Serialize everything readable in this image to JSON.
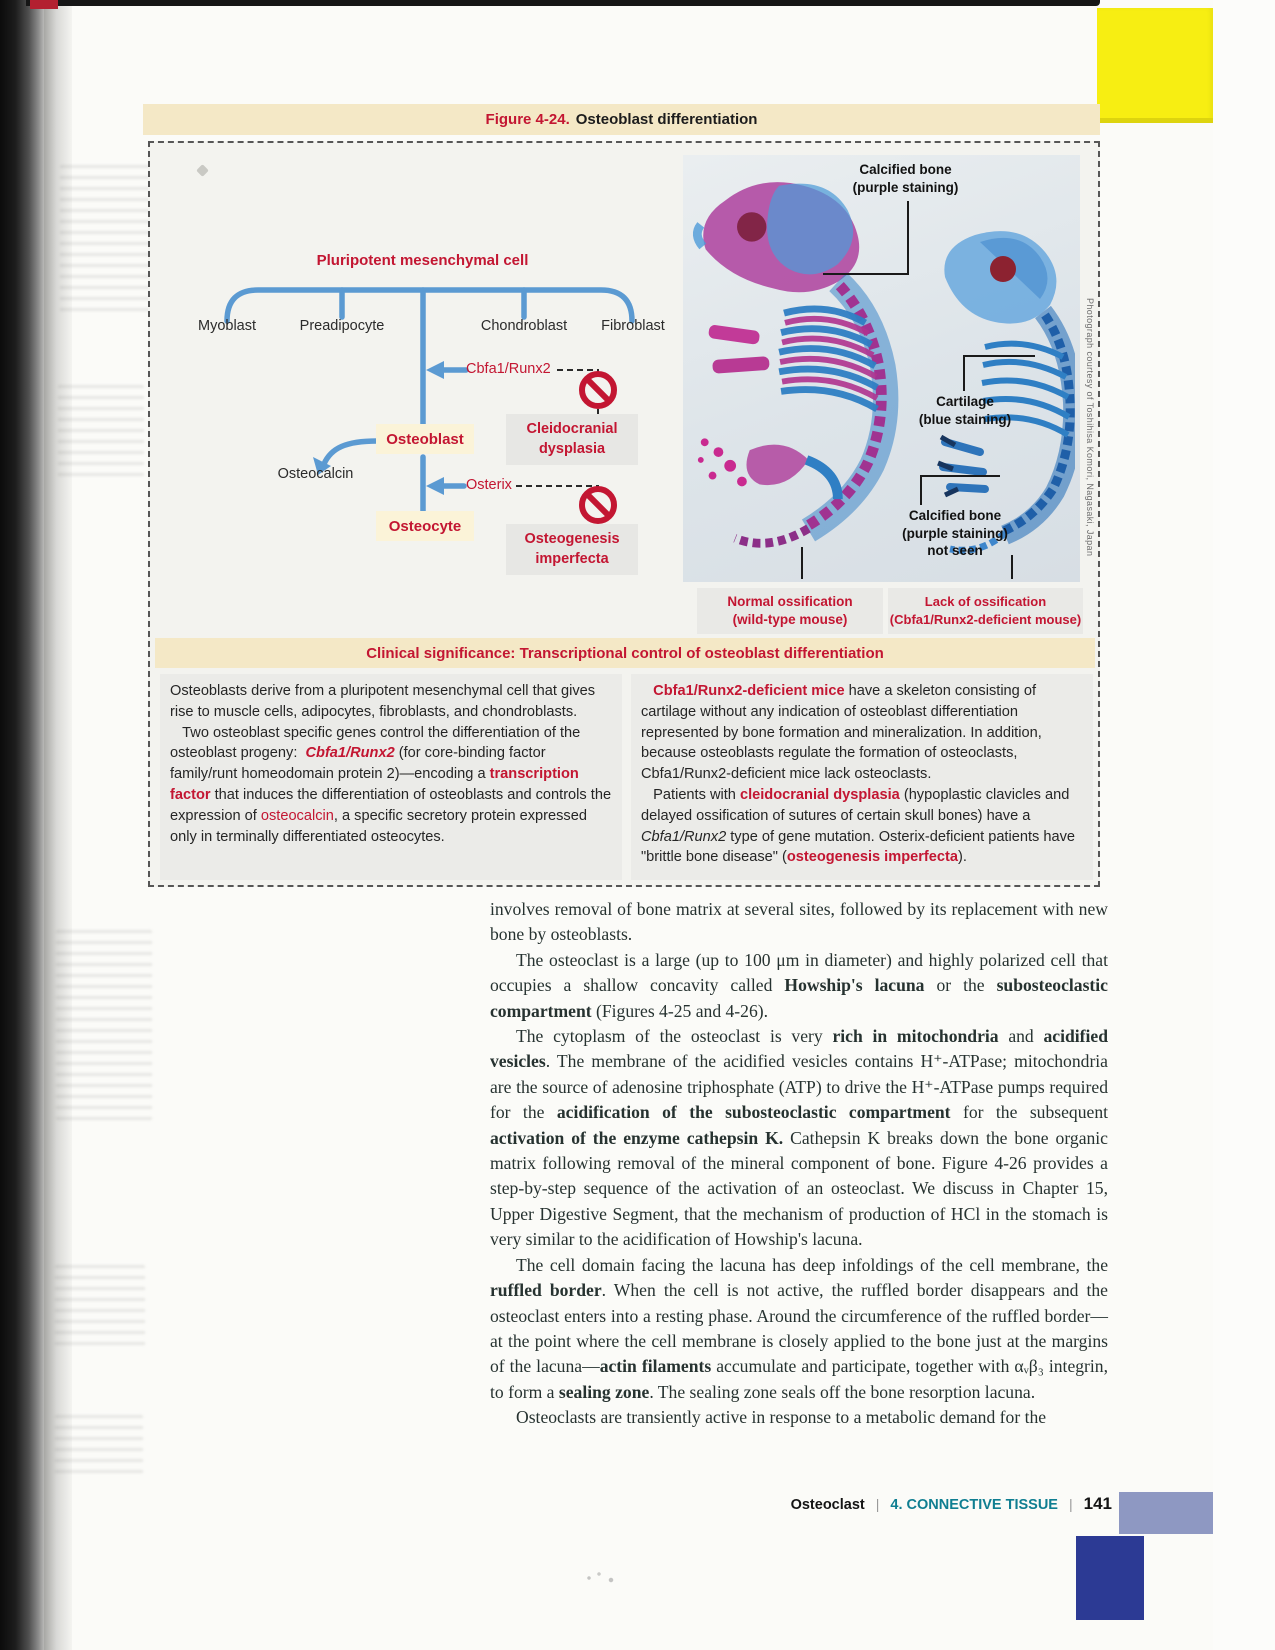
{
  "figure": {
    "label": "Figure 4-24.",
    "title": "Osteoblast differentiation"
  },
  "diagram": {
    "root": "Pluripotent mesenchymal cell",
    "branches": [
      "Myoblast",
      "Preadipocyte",
      "Chondroblast",
      "Fibroblast"
    ],
    "factor1": "Cbfa1/Runx2",
    "factor2": "Osterix",
    "osteoblast": "Osteoblast",
    "osteocyte": "Osteocyte",
    "osteocalcin": "Osteocalcin",
    "disease1": "Cleidocranial\ndysplasia",
    "disease2": "Osteogenesis\nimperfecta",
    "blocked_icon": "prohibition-sign"
  },
  "photo": {
    "label_calcified": "Calcified bone\n(purple staining)",
    "label_cartilage": "Cartilage\n(blue staining)",
    "label_not_seen": "Calcified bone\n(purple staining)\nnot seen",
    "caption_left": "Normal ossification\n(wild-type mouse)",
    "caption_right": "Lack of ossification\n(Cbfa1/Runx2-deficient mouse)",
    "credit": "Photograph courtesy of Toshihisa Komori, Nagasaki, Japan"
  },
  "clinical": {
    "header": "Clinical significance: Transcriptional control of osteoblast differentiation",
    "left": [
      {
        "t": "Osteoblasts derive from a pluripotent mesenchymal cell that gives rise to muscle cells, adipocytes, fibroblasts, and chondroblasts.\n   Two osteoblast specific genes control the differentiation of the osteoblast progeny:  "
      },
      {
        "t": "Cbfa1/Runx2",
        "s": "rbi"
      },
      {
        "t": " (for core-binding factor family/runt homeodomain protein 2)—encoding a "
      },
      {
        "t": "transcription factor",
        "s": "rb"
      },
      {
        "t": " that induces the differentiation of osteoblasts and controls the expression of "
      },
      {
        "t": "osteocalcin",
        "s": "r"
      },
      {
        "t": ", a specific secretory protein expressed only in terminally differentiated osteocytes."
      }
    ],
    "right": [
      {
        "t": "   "
      },
      {
        "t": "Cbfa1/Runx2-deficient mice",
        "s": "rb"
      },
      {
        "t": " have a skeleton consisting of cartilage without any indication of osteoblast differentiation represented by bone formation and mineralization. In addition, because osteoblasts regulate the formation of osteoclasts, Cbfa1/Runx2-deficient mice lack osteoclasts.\n   Patients with "
      },
      {
        "t": "cleidocranial dysplasia",
        "s": "rb"
      },
      {
        "t": " (hypoplastic clavicles and delayed ossification of sutures of certain skull bones) have a "
      },
      {
        "t": "Cbfa1/Runx2",
        "s": "i"
      },
      {
        "t": " type of gene mutation. Osterix-deficient patients have \"brittle bone disease\" ("
      },
      {
        "t": "osteogenesis imperfecta",
        "s": "rb"
      },
      {
        "t": ")."
      }
    ]
  },
  "body": {
    "paragraphs": [
      {
        "segments": [
          {
            "t": "involves removal of bone matrix at several sites, followed by its replacement with new bone by osteoblasts."
          }
        ]
      },
      {
        "segments": [
          {
            "t": "The osteoclast is a large (up to 100 μm in diameter) and highly polarized cell that occupies a shallow concavity called "
          },
          {
            "t": "Howship's lacuna",
            "s": "b"
          },
          {
            "t": " or the "
          },
          {
            "t": "subosteoclastic compartment",
            "s": "b"
          },
          {
            "t": " (Figures 4-25 and 4-26)."
          }
        ]
      },
      {
        "segments": [
          {
            "t": "The cytoplasm of the osteoclast is very "
          },
          {
            "t": "rich in mitochondria",
            "s": "b"
          },
          {
            "t": " and "
          },
          {
            "t": "acidified vesicles",
            "s": "b"
          },
          {
            "t": ". The membrane of the acidified vesicles contains H⁺-ATPase; mitochondria are the source of adenosine triphosphate (ATP) to drive the H⁺-ATPase pumps required for the "
          },
          {
            "t": "acidification of the subosteoclastic compartment",
            "s": "b"
          },
          {
            "t": " for the subsequent "
          },
          {
            "t": "activation of the enzyme cathepsin K.",
            "s": "b"
          },
          {
            "t": " Cathepsin K breaks down the bone organic matrix following removal of the mineral component of bone. Figure 4-26 provides a step-by-step sequence of the activation of an osteoclast. We discuss in Chapter 15, Upper Digestive Segment, that the mechanism of production of HCl in the stomach is very similar to the acidification of Howship's lacuna."
          }
        ]
      },
      {
        "segments": [
          {
            "t": "The cell domain facing the lacuna has deep infoldings of the cell membrane, the "
          },
          {
            "t": "ruffled border",
            "s": "b"
          },
          {
            "t": ". When the cell is not active, the ruffled border disappears and the osteoclast enters into a resting phase. Around the circumference of the ruffled border—at the point where the cell membrane is closely applied to the bone just at the margins of the lacuna—"
          },
          {
            "t": "actin filaments",
            "s": "b"
          },
          {
            "t": " accumulate and participate, together with αᵥβ₃ integrin, to form a "
          },
          {
            "t": "sealing zone",
            "s": "b"
          },
          {
            "t": ". The sealing zone seals off the bone resorption lacuna."
          }
        ]
      },
      {
        "segments": [
          {
            "t": "Osteoclasts are transiently active in response to a metabolic demand for the"
          }
        ]
      }
    ]
  },
  "footer": {
    "section": "Osteoclast",
    "sep": "|",
    "chapter": "4. CONNECTIVE TISSUE",
    "page": "141"
  },
  "colors": {
    "accent_red": "#c31632",
    "cream_bar": "#f4e8c6",
    "teal_chapter": "#0f7e91",
    "diagram_blue": "#5b9ad2",
    "sticky_yellow": "#f7ee12",
    "navy_tab": "#2c3a94",
    "slate_tab": "#8e98c2"
  }
}
